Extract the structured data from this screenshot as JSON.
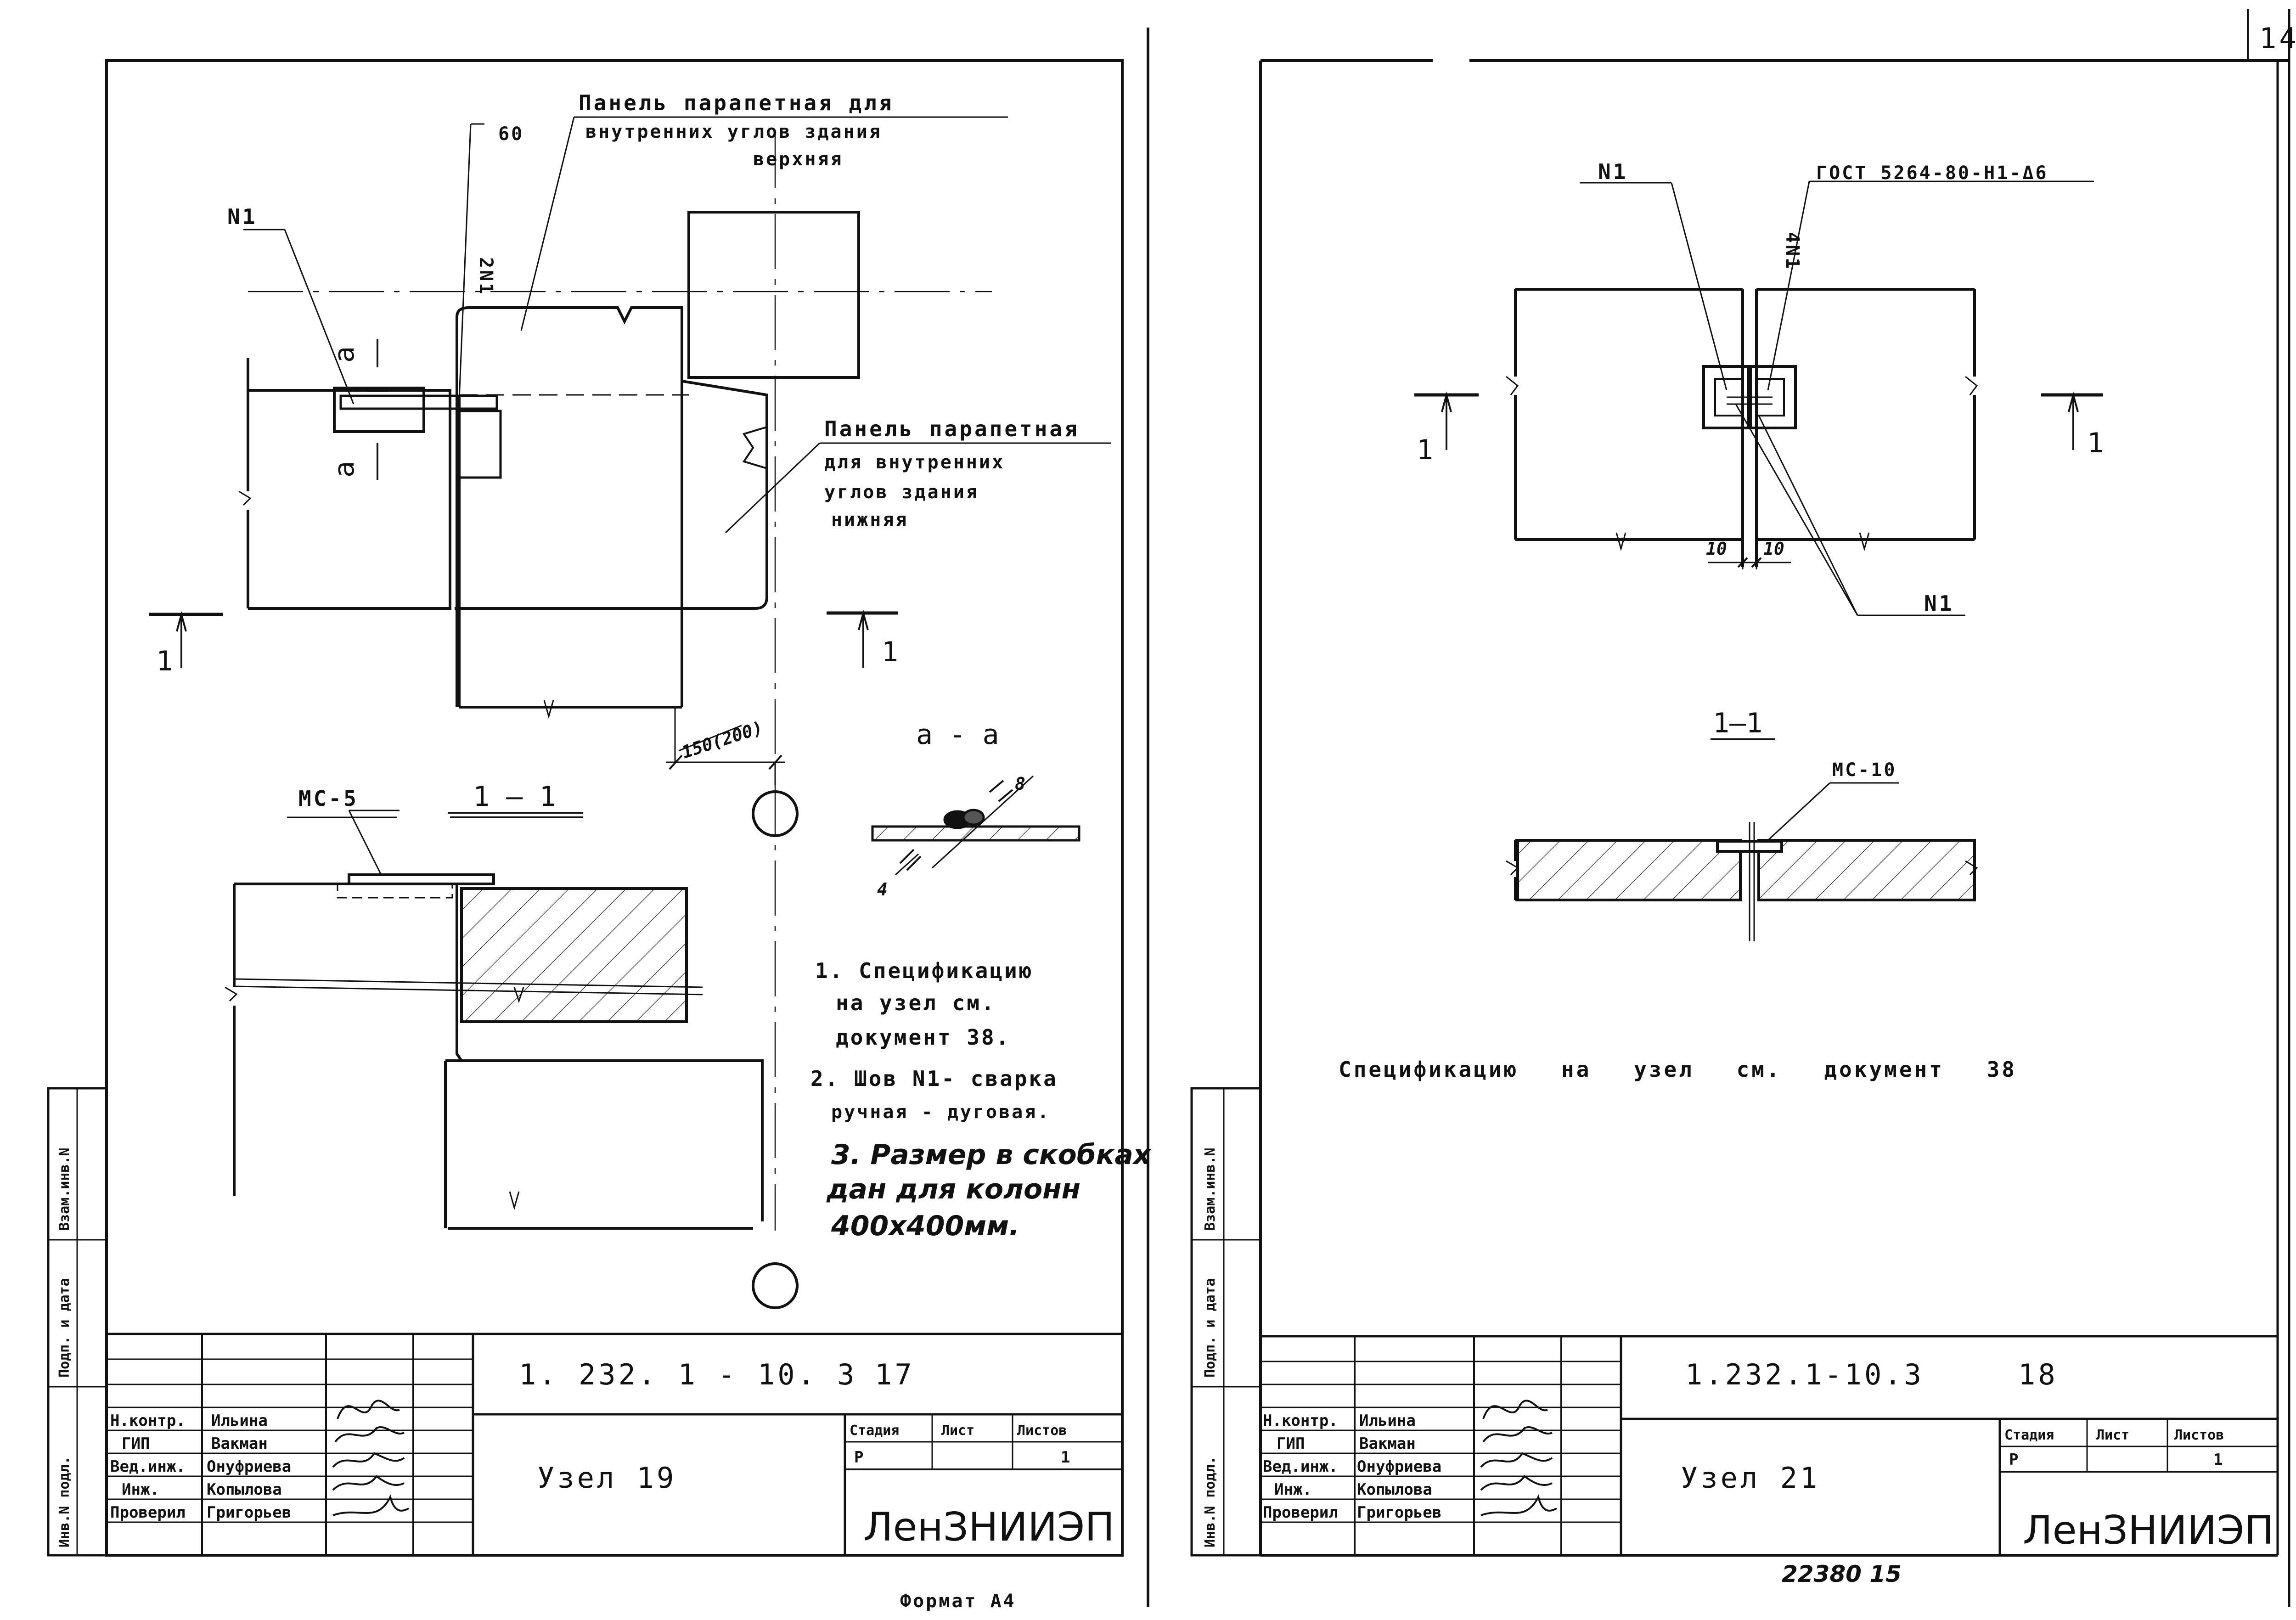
{
  "sheet_number": "14",
  "bottom_left_note": "Формат А4",
  "bottom_right_stamp": "22380 15",
  "side_stamp": {
    "inv_podl": "Инв.N подл.",
    "podp_data": "Подп. и дата",
    "vzam_inv": "Взам.инв.N"
  },
  "left_sheet": {
    "labels": {
      "upper_panel": [
        "Панель парапетная для",
        "внутренних углов здания",
        "верхняя"
      ],
      "lower_panel": [
        "Панель парапетная",
        "для внутренних",
        "углов здания",
        "нижняя"
      ],
      "n1": "N1",
      "dim_60": "60",
      "weld_2n1": "2N1",
      "dim_a_top": "a",
      "dim_a_bot": "a",
      "dim_150": "150(200)",
      "section_mark_left": "1",
      "section_mark_right": "1",
      "mc5": "МС-5",
      "section_title": "1 — 1",
      "aa_title": "а - а",
      "dim_8": "8",
      "dim_4": "4"
    },
    "notes": [
      "1. Спецификацию",
      "на узел см.",
      "документ 38.",
      "2. Шов N1- сварка",
      "ручная - дуговая.",
      "3. Размер в скобках",
      "дан для колонн",
      "400x400мм."
    ],
    "title_block": {
      "doc_code": "1. 232. 1 - 10. 3",
      "sheet_no": "17",
      "node": "Узел 19",
      "stage_header": "Стадия",
      "sheet_header": "Лист",
      "sheets_header": "Листов",
      "stage": "Р",
      "sheets": "1",
      "organization": "ЛенЗНИИЭП",
      "roles": [
        "Н.контр.",
        "ГИП",
        "Вед.инж.",
        "Инж.",
        "Проверил"
      ],
      "names": [
        "Ильина",
        "Вакман",
        "Онуфриева",
        "Копылова",
        "Григорьев"
      ]
    }
  },
  "right_sheet": {
    "labels": {
      "n1_top": "N1",
      "gost": "ГОСТ 5264-80-Н1-Δ6",
      "weld_4n1": "4N1",
      "dim_10_left": "10",
      "dim_10_right": "10",
      "n1_bottom": "N1",
      "section_mark_left": "1",
      "section_mark_right": "1",
      "section_title": "1—1",
      "mc10": "МС-10"
    },
    "note": "Спецификацию на узел см. документ 38",
    "title_block": {
      "doc_code": "1.232.1-10.3",
      "sheet_no": "18",
      "node": "Узел 21",
      "stage_header": "Стадия",
      "sheet_header": "Лист",
      "sheets_header": "Листов",
      "stage": "Р",
      "sheets": "1",
      "organization": "ЛенЗНИИЭП",
      "roles": [
        "Н.контр.",
        "ГИП",
        "Вед.инж.",
        "Инж.",
        "Проверил"
      ],
      "names": [
        "Ильина",
        "Вакман",
        "Онуфриева",
        "Копылова",
        "Григорьев"
      ]
    }
  }
}
